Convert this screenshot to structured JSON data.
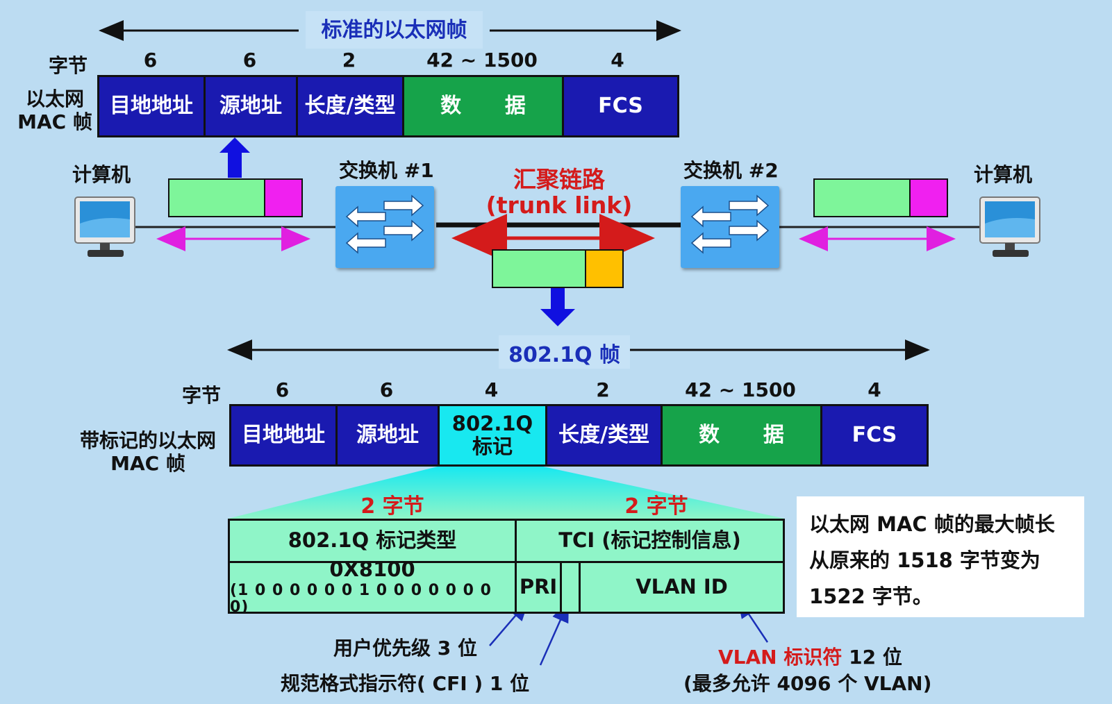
{
  "standard_frame": {
    "title": "标准的以太网帧",
    "bytes_label": "字节",
    "row_label_1": "以太网",
    "row_label_2": "MAC 帧",
    "bytes": [
      "6",
      "6",
      "2",
      "42 ~ 1500",
      "4"
    ],
    "fields": [
      "目地地址",
      "源地址",
      "长度/类型",
      "数      据",
      "FCS"
    ]
  },
  "network": {
    "computer_left": "计算机",
    "computer_right": "计算机",
    "switch1": "交换机 #1",
    "switch2": "交换机 #2",
    "trunk_cn": "汇聚链路",
    "trunk_en": "(trunk link)"
  },
  "tagged_frame": {
    "title": "802.1Q 帧",
    "bytes_label": "字节",
    "row_label_1": "带标记的以太网",
    "row_label_2": "MAC 帧",
    "bytes": [
      "6",
      "6",
      "4",
      "2",
      "42 ~ 1500",
      "4"
    ],
    "fields": [
      "目地地址",
      "源地址",
      "802.1Q",
      "长度/类型",
      "数      据",
      "FCS"
    ],
    "tag_field_line2": "标记"
  },
  "tag_detail": {
    "left_bytes": "2 字节",
    "right_bytes": "2 字节",
    "type_label": "802.1Q 标记类型",
    "tci_label": "TCI (标记控制信息)",
    "type_value": "0X8100",
    "type_binary": "(1 0 0 0 0 0 0 1  0 0 0 0 0 0 0 0)",
    "pri": "PRI",
    "vlan_id": "VLAN ID"
  },
  "annotations": {
    "pri_note": "用户优先级 3 位",
    "cfi_note": "规范格式指示符( CFI ) 1 位",
    "vlan_note_red": "VLAN 标识符",
    "vlan_note_rest": " 12 位",
    "vlan_note_2": "(最多允许 4096 个 VLAN)"
  },
  "note_box": {
    "line1": "以太网 MAC 帧的最大帧长",
    "line2": "从原来的 1518 字节变为",
    "line3": "1522 字节。"
  },
  "colors": {
    "field_blue": "#1a1ab0",
    "data_green": "#16a34a",
    "tag_cyan": "#18e8f0",
    "title_blue": "#1a2fb8",
    "red": "#d41b1b",
    "magenta": "#e020e0",
    "tail_magenta": "#f020f0",
    "tail_orange": "#ffc000"
  }
}
